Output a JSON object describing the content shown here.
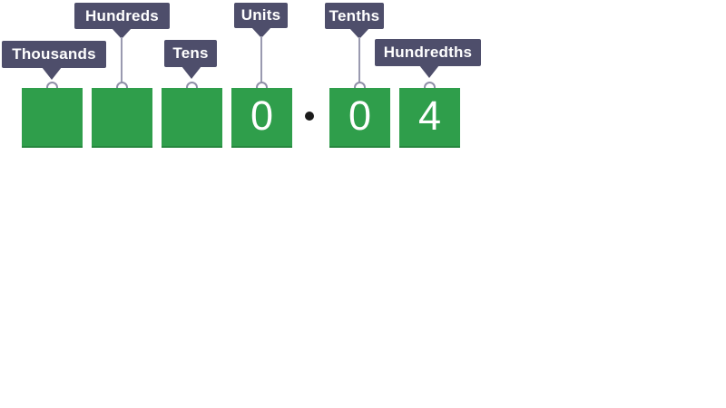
{
  "colors": {
    "background": "#ffffff",
    "square_green": "#2f9e4b",
    "square_green_dark": "#27873f",
    "label_bg": "#4e4e6b",
    "label_text": "#ffffff",
    "digit_text": "#ffffff",
    "connector": "#9a9ab0",
    "circle_fill": "#ffffff",
    "circle_stroke": "#8f8fa8",
    "decimal_dot": "#1b1b1b"
  },
  "place_value_chart": {
    "columns": [
      {
        "label": "Thousands",
        "digit": ""
      },
      {
        "label": "Hundreds",
        "digit": ""
      },
      {
        "label": "Tens",
        "digit": ""
      },
      {
        "label": "Units",
        "digit": "0"
      },
      {
        "label": "Tenths",
        "digit": "0"
      },
      {
        "label": "Hundredths",
        "digit": "4"
      }
    ],
    "decimal_separator": "·"
  }
}
